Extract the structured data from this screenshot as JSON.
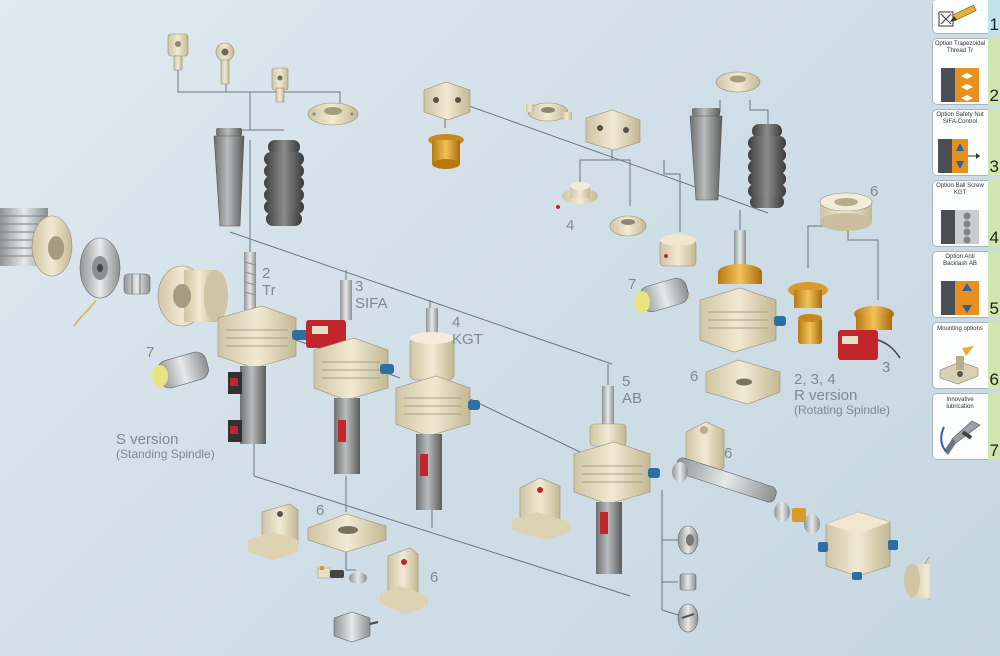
{
  "colors": {
    "bg": "#d3e0e8",
    "line": "#6a7680",
    "cream": "#e8e0c6",
    "grey": "#8c8e8e",
    "dark": "#5e5e5e",
    "gold": "#d89a2a",
    "red": "#c0262c",
    "label": "#7d8a93",
    "strip_blue": "#bfe2ec",
    "strip_green": "#cfe6b0"
  },
  "labels": {
    "n2": "2",
    "tr": "Tr",
    "n3": "3",
    "sifa": "SIFA",
    "n4": "4",
    "kgt": "KGT",
    "n5": "5",
    "ab": "AB",
    "n7_left": "7",
    "n7_right": "7",
    "n4_upper": "4",
    "n6_upper": "6",
    "n6_mid": "6",
    "n6_right_bracket": "6",
    "n6_bottom": "6",
    "n6_bottom_right": "6",
    "n3_right": "3",
    "r_nums": "2, 3, 4",
    "r_version": "R version",
    "r_version_sub": "(Rotating Spindle)",
    "s_version": "S version",
    "s_version_sub": "(Standing Spindle)"
  },
  "sidebar": {
    "tabs": [
      {
        "num": "1",
        "title": "",
        "icon": "config-pencil-icon",
        "strip": "#bfe2ec"
      },
      {
        "num": "2",
        "title": "Option Trapezoidal Thread Tr",
        "icon": "trapezoidal-thread-icon",
        "strip": "#cfe6b0"
      },
      {
        "num": "3",
        "title": "Option Safety Nut SIFA-Control",
        "icon": "safety-nut-icon",
        "strip": "#cfe6b0"
      },
      {
        "num": "4",
        "title": "Option Ball Screw KGT",
        "icon": "ball-screw-icon",
        "strip": "#cfe6b0"
      },
      {
        "num": "5",
        "title": "Option Anti Backlash AB",
        "icon": "anti-backlash-icon",
        "strip": "#cfe6b0"
      },
      {
        "num": "6",
        "title": "Mounting options",
        "icon": "mounting-icon",
        "strip": "#cfe6b0"
      },
      {
        "num": "7",
        "title": "Innovative lubrication",
        "icon": "lubrication-gun-icon",
        "strip": "#cfe6b0"
      }
    ]
  }
}
